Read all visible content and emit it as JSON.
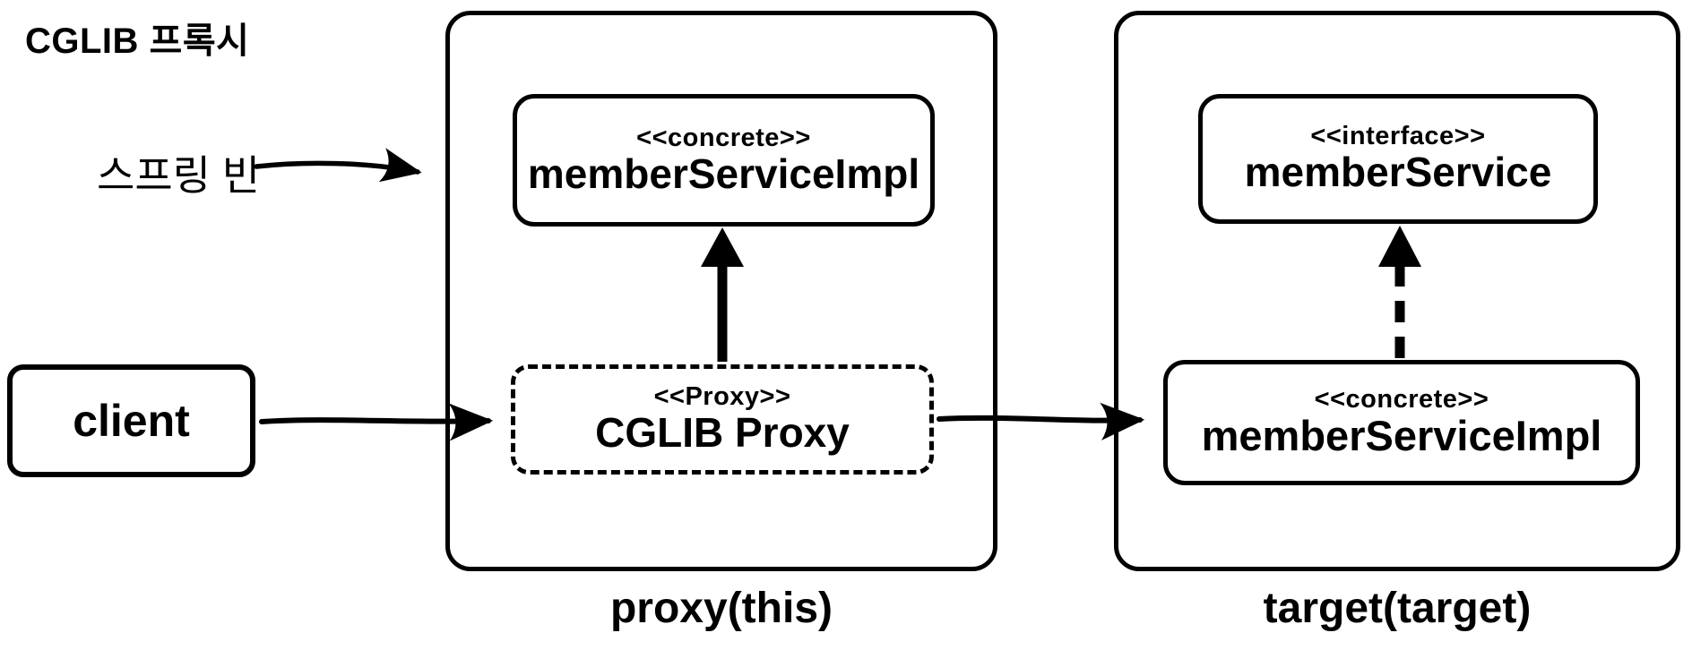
{
  "meta": {
    "background_color": "#ffffff",
    "ink_color": "#000000"
  },
  "title": "CGLIB 프록시",
  "annotations": {
    "spring_bean": "스프링 빈"
  },
  "nodes": {
    "client": {
      "name": "client"
    },
    "proxy_concrete": {
      "stereotype": "<<concrete>>",
      "name": "memberServiceImpl"
    },
    "cglib_proxy": {
      "stereotype": "<<Proxy>>",
      "name": "CGLIB Proxy"
    },
    "target_interface": {
      "stereotype": "<<interface>>",
      "name": "memberService"
    },
    "target_concrete": {
      "stereotype": "<<concrete>>",
      "name": "memberServiceImpl"
    }
  },
  "groups": {
    "proxy": {
      "label": "proxy(this)"
    },
    "target": {
      "label": "target(target)"
    }
  },
  "edges": [
    {
      "from": "스프링 빈",
      "to": "proxy(this) group",
      "style": "sketchy-arrow"
    },
    {
      "from": "client",
      "to": "CGLIB Proxy",
      "style": "sketchy-arrow"
    },
    {
      "from": "CGLIB Proxy",
      "to": "memberServiceImpl (proxy group)",
      "style": "solid-extends-arrow"
    },
    {
      "from": "CGLIB Proxy",
      "to": "memberServiceImpl (target group)",
      "style": "sketchy-arrow"
    },
    {
      "from": "memberServiceImpl (target group)",
      "to": "memberService",
      "style": "dashed-implements-arrow"
    }
  ]
}
